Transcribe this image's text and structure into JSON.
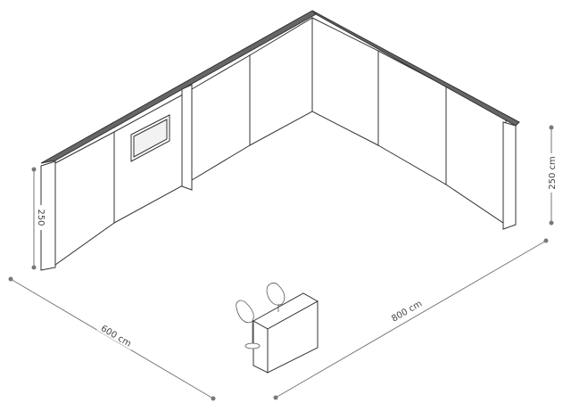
{
  "dimensions": {
    "width_label": "600 cm",
    "depth_label": "800 cm",
    "left_height_label": "250",
    "right_height_label": "250 cm"
  },
  "colors": {
    "line": "#333333",
    "wall_fill": "#ffffff",
    "wall_top": "#555555",
    "dim_line": "#777777",
    "text": "#444444"
  },
  "icons": [
    "booth-wall",
    "wall-screen",
    "counter-desk",
    "bar-stool",
    "dimension-line"
  ]
}
